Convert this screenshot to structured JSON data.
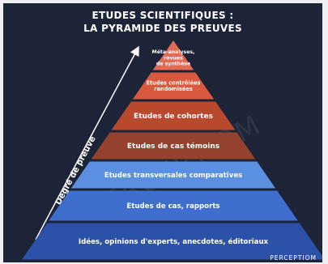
{
  "title_line_1": "ETUDES SCIENTIFIQUES :",
  "title_line_2": "LA PYRAMIDE DES PREUVES",
  "arrow_label": "Degré de preuve",
  "watermark": "PERCEPTIOM",
  "brand": "PERCEPTIOM",
  "colors": {
    "background": "#1d2438",
    "tier_colors": [
      "#e26a55",
      "#d9593f",
      "#b9492c",
      "#94412e",
      "#5b8fe0",
      "#3f6fce",
      "#2c51a8"
    ]
  },
  "levels": [
    {
      "lines": [
        "Méta-analyses,",
        "revues",
        "de synthèse"
      ]
    },
    {
      "lines": [
        "Etudes contrôlées",
        "randomisées"
      ]
    },
    {
      "lines": [
        "Etudes de cohortes"
      ]
    },
    {
      "lines": [
        "Etudes de cas témoins"
      ]
    },
    {
      "lines": [
        "Etudes transversales comparatives"
      ]
    },
    {
      "lines": [
        "Etudes de cas, rapports"
      ]
    },
    {
      "lines": [
        "Idées, opinions d'experts, anecdotes, éditoriaux"
      ]
    }
  ]
}
